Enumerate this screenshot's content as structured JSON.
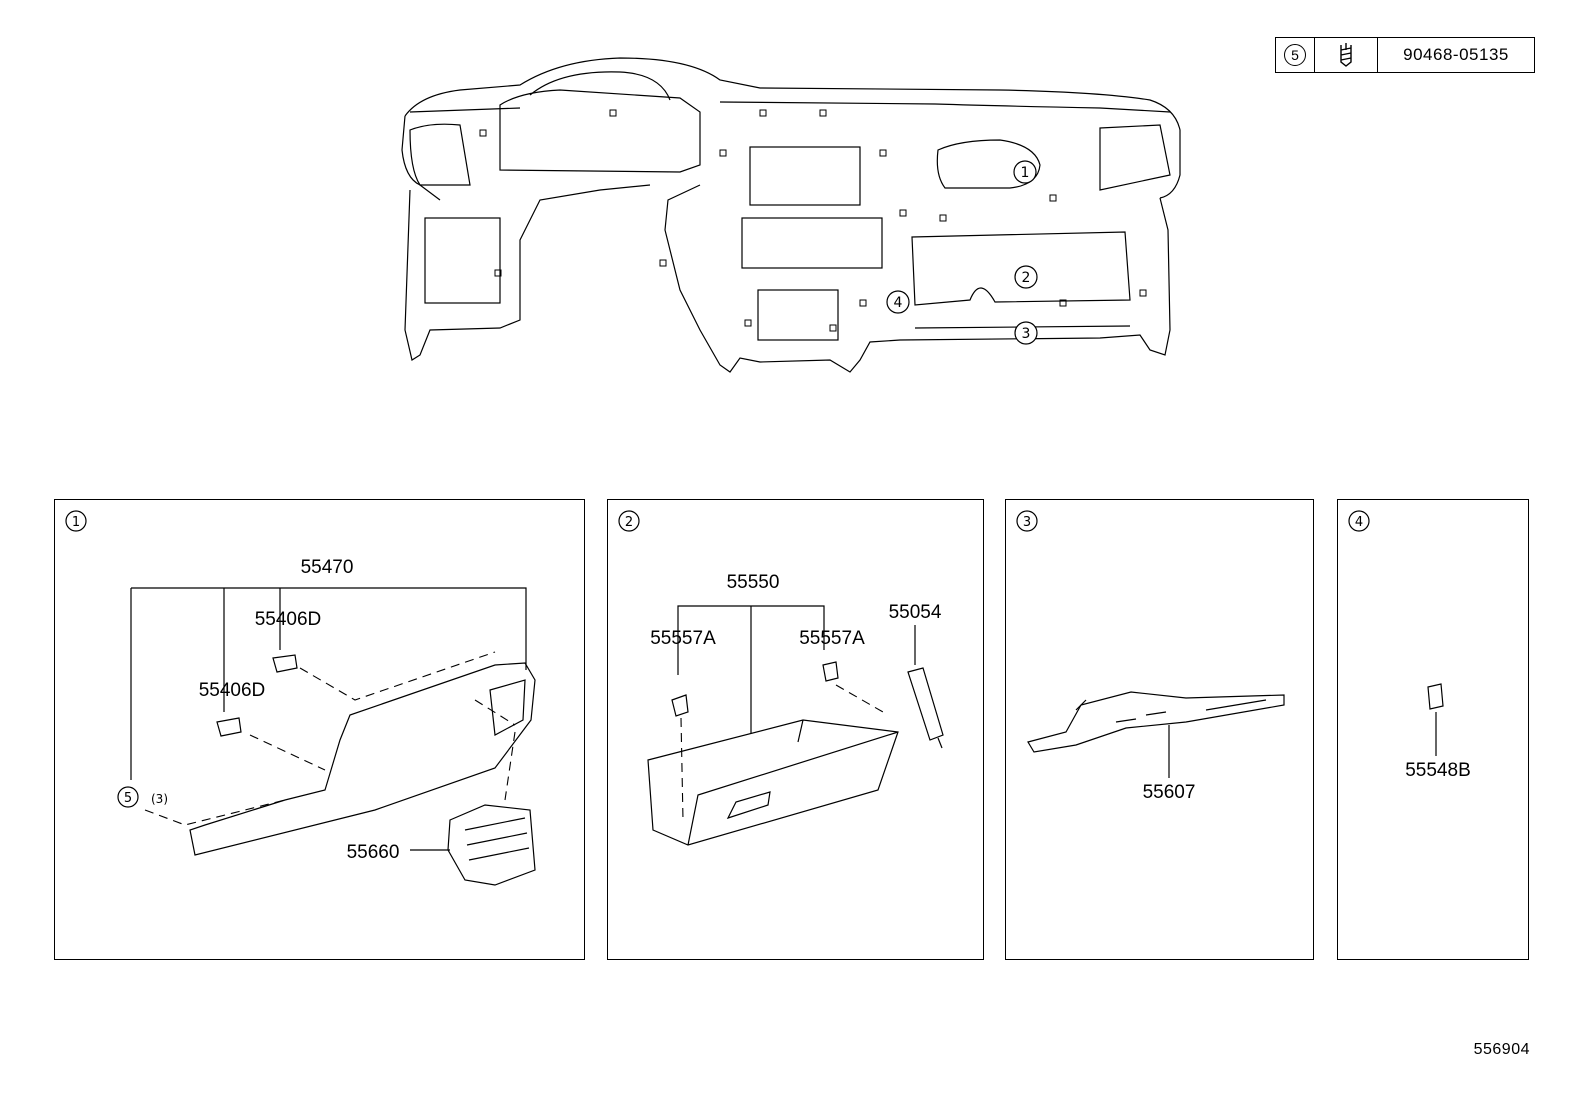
{
  "legend": {
    "ref_number": "5",
    "part_number": "90468-05135",
    "icon": "clip-icon"
  },
  "overview_callouts": [
    "1",
    "2",
    "3",
    "4"
  ],
  "panels": [
    {
      "number": "1",
      "parts": [
        "55470",
        "55406D",
        "55406D",
        "55660"
      ],
      "fastener_ref": "5",
      "fastener_qty": "(3)"
    },
    {
      "number": "2",
      "parts": [
        "55550",
        "55557A",
        "55557A",
        "55054"
      ]
    },
    {
      "number": "3",
      "parts": [
        "55607"
      ]
    },
    {
      "number": "4",
      "parts": [
        "55548B"
      ]
    }
  ],
  "diagram_id": "556904"
}
